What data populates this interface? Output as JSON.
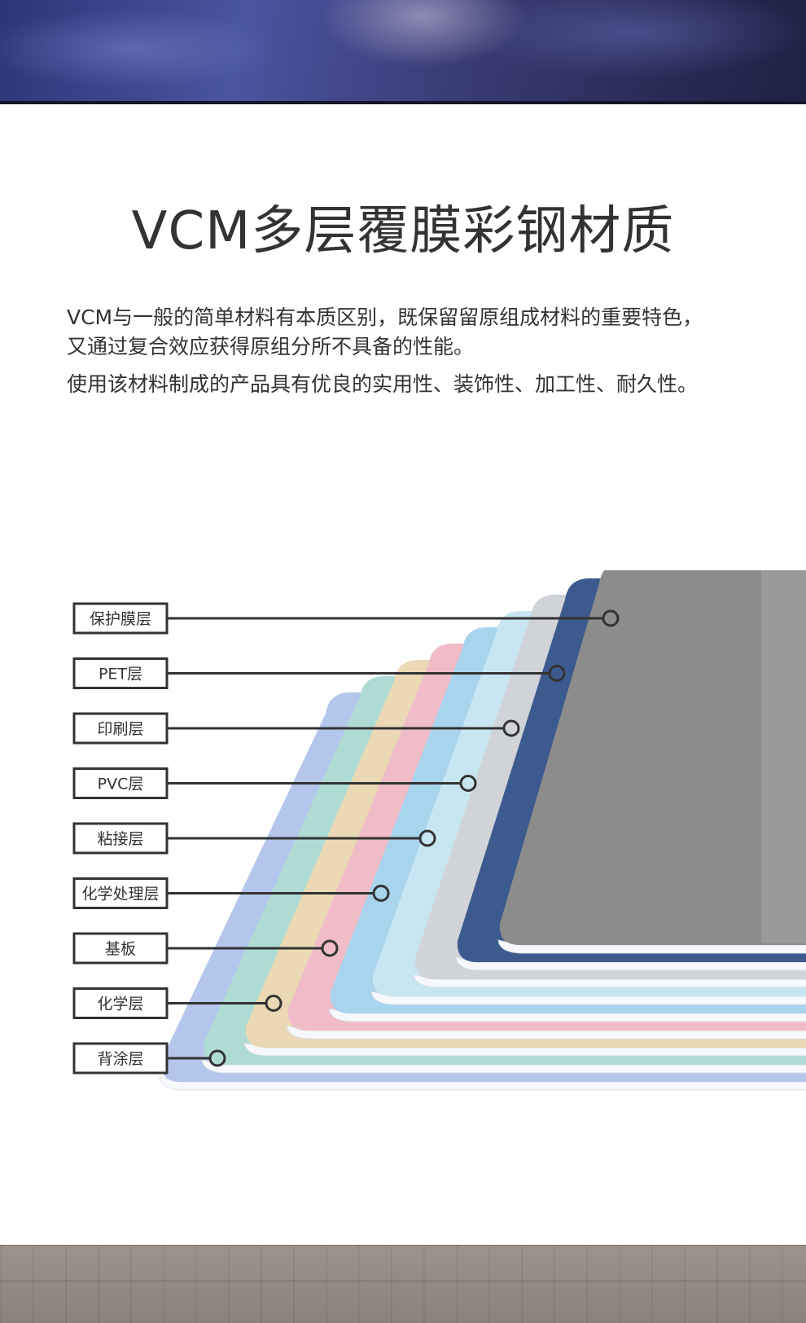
{
  "heading": "VCM多层覆膜彩钢材质",
  "description": [
    "VCM与一般的简单材料有本质区别，既保留留原组成材料的重要特色，",
    "又通过复合效应获得原组分所不具备的性能。",
    "使用该材料制成的产品具有优良的实用性、装饰性、加工性、耐久性。"
  ],
  "layers": [
    {
      "label": "保护膜层",
      "color": "#8c8c8c"
    },
    {
      "label": "PET层",
      "color": "#3c5a8e"
    },
    {
      "label": "印刷层",
      "color": "#d0d3d8"
    },
    {
      "label": "PVC层",
      "color": "#c8e6f2"
    },
    {
      "label": "粘接层",
      "color": "#a8d4ee"
    },
    {
      "label": "化学处理层",
      "color": "#f0bcc8"
    },
    {
      "label": "基板",
      "color": "#ead9b4"
    },
    {
      "label": "化学层",
      "color": "#aedcd4"
    },
    {
      "label": "背涂层",
      "color": "#b4c6ec"
    }
  ]
}
